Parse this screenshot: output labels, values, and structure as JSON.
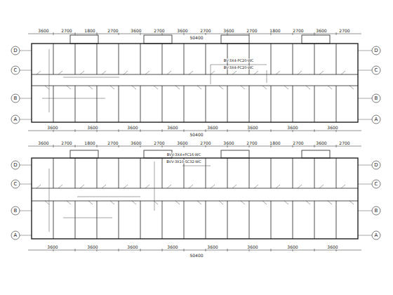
{
  "diagram": {
    "labels": [
      "3600",
      "2700",
      "1800",
      "2700",
      "3600",
      "2700",
      "3600",
      "2700",
      "3600",
      "2700",
      "1800",
      "2700",
      "3600",
      "2700",
      "50400",
      "D",
      "C",
      "B",
      "A",
      "D",
      "C",
      "B",
      "A",
      "3600",
      "3600",
      "3600",
      "3600",
      "3600",
      "3600",
      "3600",
      "3600",
      "50400",
      "3600",
      "2700",
      "1800",
      "2700",
      "3600",
      "2700",
      "3600",
      "2700",
      "3600",
      "2700",
      "1800",
      "2700",
      "3600",
      "2700",
      "D",
      "C",
      "B",
      "A",
      "D",
      "C",
      "B",
      "A",
      "3600",
      "3600",
      "3600",
      "3600",
      "3600",
      "3600",
      "3600",
      "3600",
      "50400",
      "BV-3X4-PC20-WC",
      "BV-3X4-PC20-WC",
      "BVV-3X4+PC16-WC",
      "BVV-3X10-SC32-WC"
    ]
  }
}
